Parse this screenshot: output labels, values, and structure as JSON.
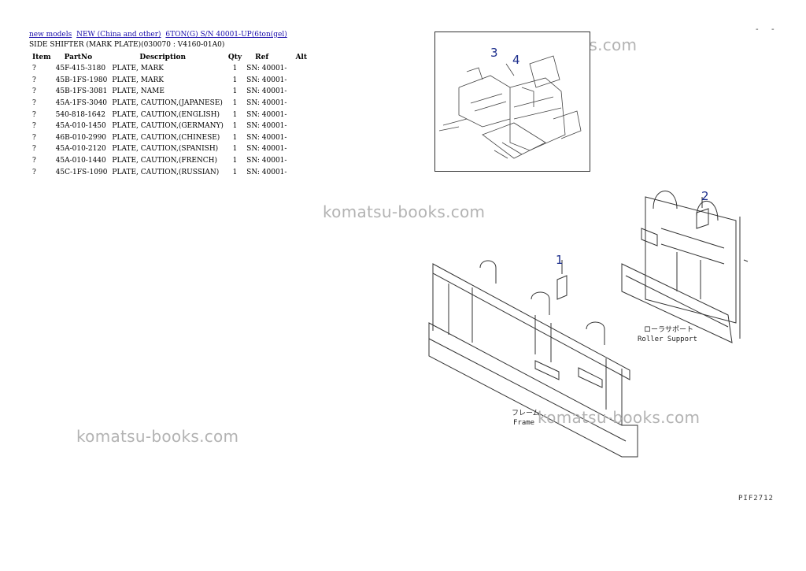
{
  "breadcrumb": [
    "new models",
    "NEW (China and other)",
    "6TON(G) S/N 40001-UP(6ton(gel)"
  ],
  "title": "SIDE SHIFTER (MARK PLATE)(030070 : V4160-01A0)",
  "columns": {
    "item": "Item",
    "partno": "PartNo",
    "description": "Description",
    "qty": "Qty",
    "ref": "Ref",
    "alt": "Alt"
  },
  "rows": [
    {
      "item": "?",
      "partno": "45F-415-3180",
      "description": "PLATE, MARK",
      "qty": "1",
      "ref": "SN: 40001-"
    },
    {
      "item": "?",
      "partno": "45B-1FS-1980",
      "description": "PLATE, MARK",
      "qty": "1",
      "ref": "SN: 40001-"
    },
    {
      "item": "?",
      "partno": "45B-1FS-3081",
      "description": "PLATE, NAME",
      "qty": "1",
      "ref": "SN: 40001-"
    },
    {
      "item": "?",
      "partno": "45A-1FS-3040",
      "description": "PLATE, CAUTION,(JAPANESE)",
      "qty": "1",
      "ref": "SN: 40001-"
    },
    {
      "item": "?",
      "partno": "540-818-1642",
      "description": "PLATE, CAUTION,(ENGLISH)",
      "qty": "1",
      "ref": "SN: 40001-"
    },
    {
      "item": "?",
      "partno": "45A-010-1450",
      "description": "PLATE, CAUTION,(GERMANY)",
      "qty": "1",
      "ref": "SN: 40001-"
    },
    {
      "item": "?",
      "partno": "46B-010-2990",
      "description": "PLATE, CAUTION,(CHINESE)",
      "qty": "1",
      "ref": "SN: 40001-"
    },
    {
      "item": "?",
      "partno": "45A-010-2120",
      "description": "PLATE, CAUTION,(SPANISH)",
      "qty": "1",
      "ref": "SN: 40001-"
    },
    {
      "item": "?",
      "partno": "45A-010-1440",
      "description": "PLATE, CAUTION,(FRENCH)",
      "qty": "1",
      "ref": "SN: 40001-"
    },
    {
      "item": "?",
      "partno": "45C-1FS-1090",
      "description": "PLATE, CAUTION,(RUSSIAN)",
      "qty": "1",
      "ref": "SN: 40001-"
    }
  ],
  "watermark": "komatsu-books.com",
  "corner_marks": [
    "-",
    "-"
  ],
  "diagram": {
    "callouts": [
      "3",
      "4",
      "1",
      "2"
    ],
    "roller_jp": "ローラサポート",
    "roller_en": "Roller Support",
    "frame_jp": "フレーム",
    "frame_en": "Frame",
    "drawing_code": "PIF2712"
  }
}
